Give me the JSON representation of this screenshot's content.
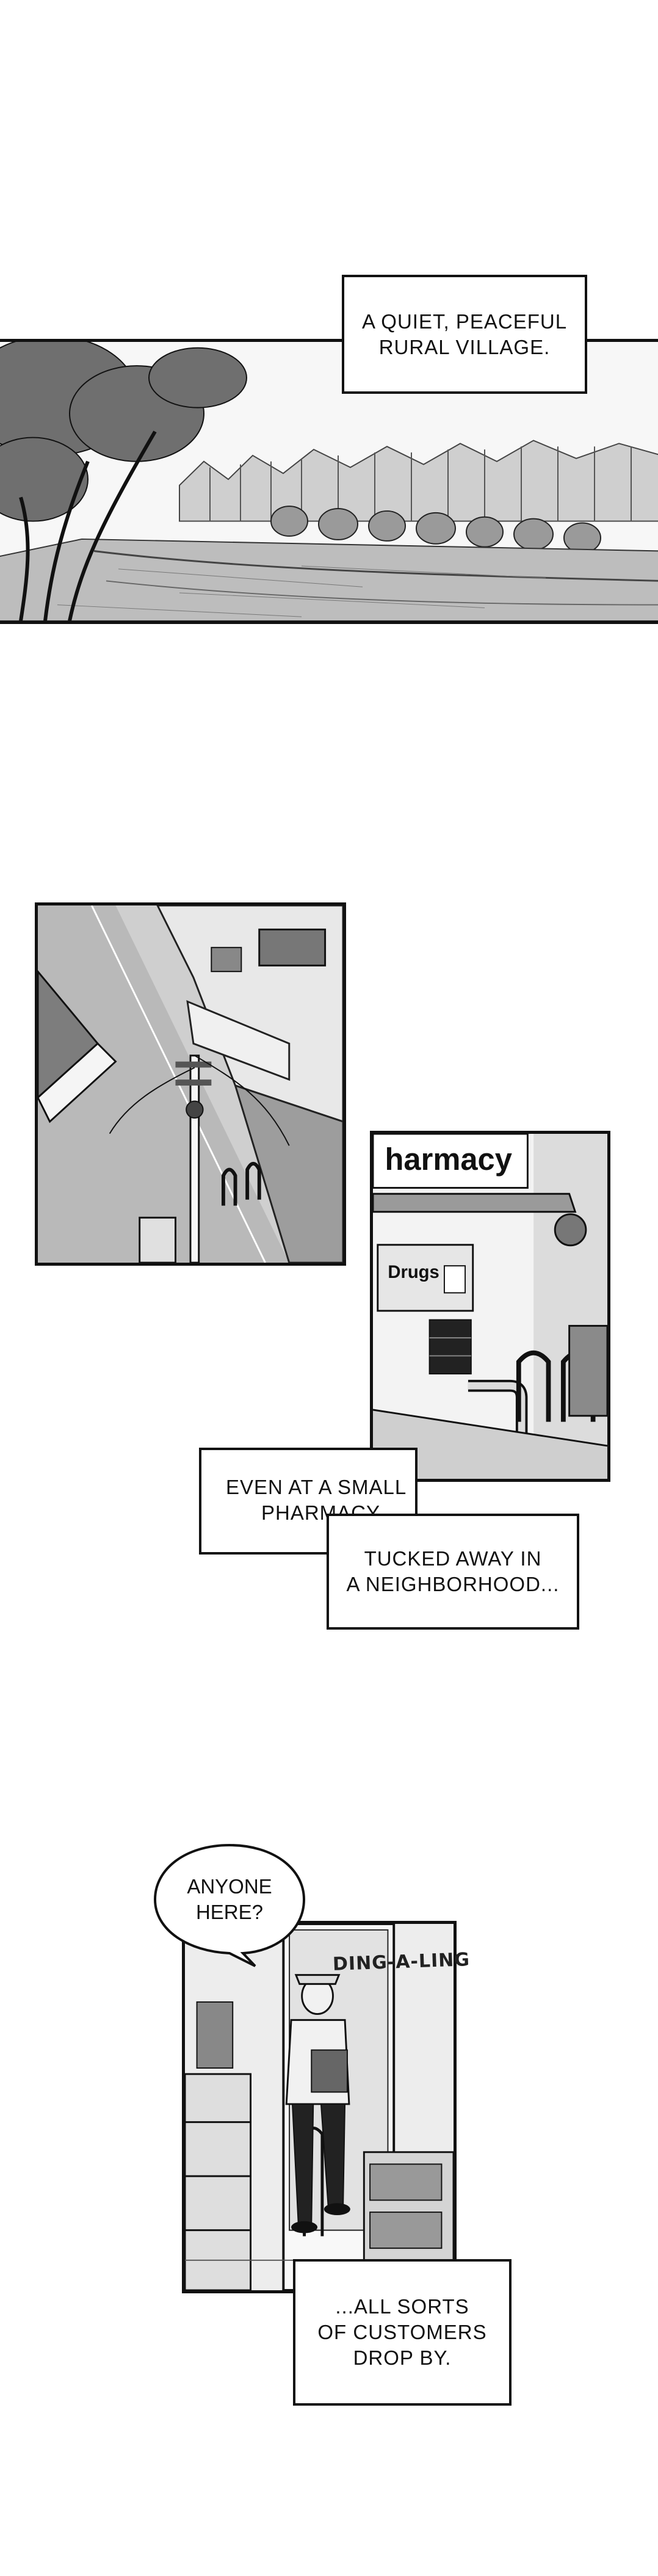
{
  "captions": {
    "village": [
      "A QUIET, PEACEFUL",
      "RURAL VILLAGE."
    ],
    "pharmacy_small": [
      "EVEN AT A SMALL",
      "PHARMACY"
    ],
    "tucked": [
      "TUCKED AWAY IN",
      "A NEIGHBORHOOD..."
    ],
    "customers": [
      "...ALL SORTS",
      "OF CUSTOMERS",
      "DROP BY."
    ]
  },
  "signs": {
    "pharmacy": "harmacy",
    "drugs": "Drugs"
  },
  "speech": [
    "ANYONE",
    "HERE?"
  ],
  "sfx": "DING-A-LING"
}
